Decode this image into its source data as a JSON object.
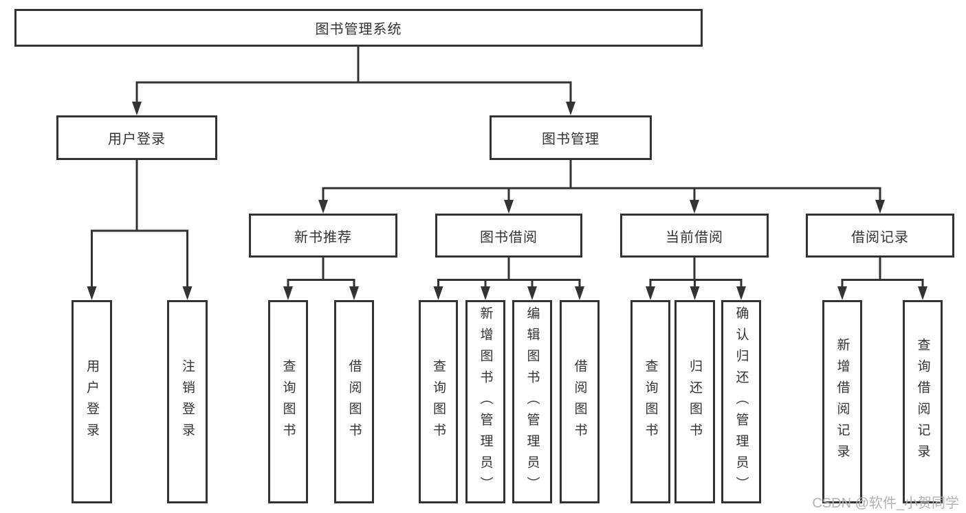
{
  "diagram": {
    "kind": "hierarchy-chart",
    "title": "图书管理系统"
  },
  "colors": {
    "line": "#333333",
    "text": "#333333",
    "box_background": "#ffffff",
    "watermark": "#b2b2b2"
  },
  "tree": {
    "root": {
      "label": "图书管理系统",
      "children": [
        {
          "label": "用户登录",
          "children": [
            {
              "label": "用户登录"
            },
            {
              "label": "注销登录"
            }
          ]
        },
        {
          "label": "图书管理",
          "children": [
            {
              "label": "新书推荐",
              "children": [
                {
                  "label": "查询图书"
                },
                {
                  "label": "借阅图书"
                }
              ]
            },
            {
              "label": "图书借阅",
              "children": [
                {
                  "label": "查询图书"
                },
                {
                  "label": "新增图书（管理员）"
                },
                {
                  "label": "编辑图书（管理员）"
                },
                {
                  "label": "借阅图书"
                }
              ]
            },
            {
              "label": "当前借阅",
              "children": [
                {
                  "label": "查询图书"
                },
                {
                  "label": "归还图书"
                },
                {
                  "label": "确认归还（管理员）"
                }
              ]
            },
            {
              "label": "借阅记录",
              "children": [
                {
                  "label": "新增借阅记录"
                },
                {
                  "label": "查询借阅记录"
                }
              ]
            }
          ]
        }
      ]
    }
  },
  "watermark": {
    "text": "CSDN @软件_小贺同学"
  }
}
